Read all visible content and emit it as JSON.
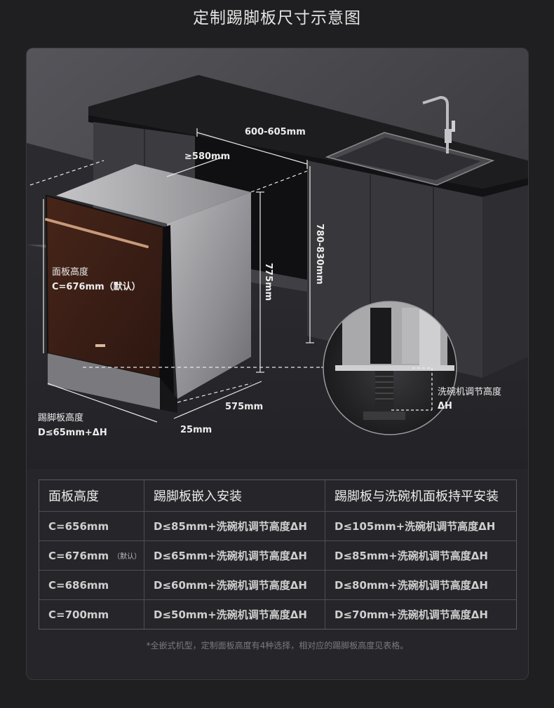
{
  "page": {
    "title": "定制踢脚板尺寸示意图"
  },
  "diagram": {
    "labels": {
      "width_top": "600-605mm",
      "depth_min": "≥580mm",
      "cabinet_height": "780-830mm",
      "machine_height": "775mm",
      "panel_height_title": "面板高度",
      "panel_height_value": "C=676mm（默认）",
      "machine_depth": "575mm",
      "kick_offset": "25mm",
      "kickboard_title": "踢脚板高度",
      "kickboard_value": "D≤65mm+ΔH",
      "adjust_title": "洗碗机调节高度",
      "adjust_value": "ΔH"
    },
    "colors": {
      "panel_brown": "#3a1f17",
      "steel": "#9a9a9c",
      "countertop": "#1b1b1d",
      "cabinet": "#3b3b3f",
      "wall": "#4a4a4c"
    }
  },
  "table": {
    "headers": [
      "面板高度",
      "踢脚板嵌入安装",
      "踢脚板与洗碗机面板持平安装"
    ],
    "rows": [
      {
        "panel": "C=656mm",
        "note": "",
        "embedded": "D≤85mm+洗碗机调节高度ΔH",
        "flush": "D≤105mm+洗碗机调节高度ΔH"
      },
      {
        "panel": "C=676mm",
        "note": "（默认）",
        "embedded": "D≤65mm+洗碗机调节高度ΔH",
        "flush": "D≤85mm+洗碗机调节高度ΔH"
      },
      {
        "panel": "C=686mm",
        "note": "",
        "embedded": "D≤60mm+洗碗机调节高度ΔH",
        "flush": "D≤80mm+洗碗机调节高度ΔH"
      },
      {
        "panel": "C=700mm",
        "note": "",
        "embedded": "D≤50mm+洗碗机调节高度ΔH",
        "flush": "D≤70mm+洗碗机调节高度ΔH"
      }
    ]
  },
  "footnote": "*全嵌式机型，定制面板高度有4种选择，相对应的踢脚板高度见表格。"
}
